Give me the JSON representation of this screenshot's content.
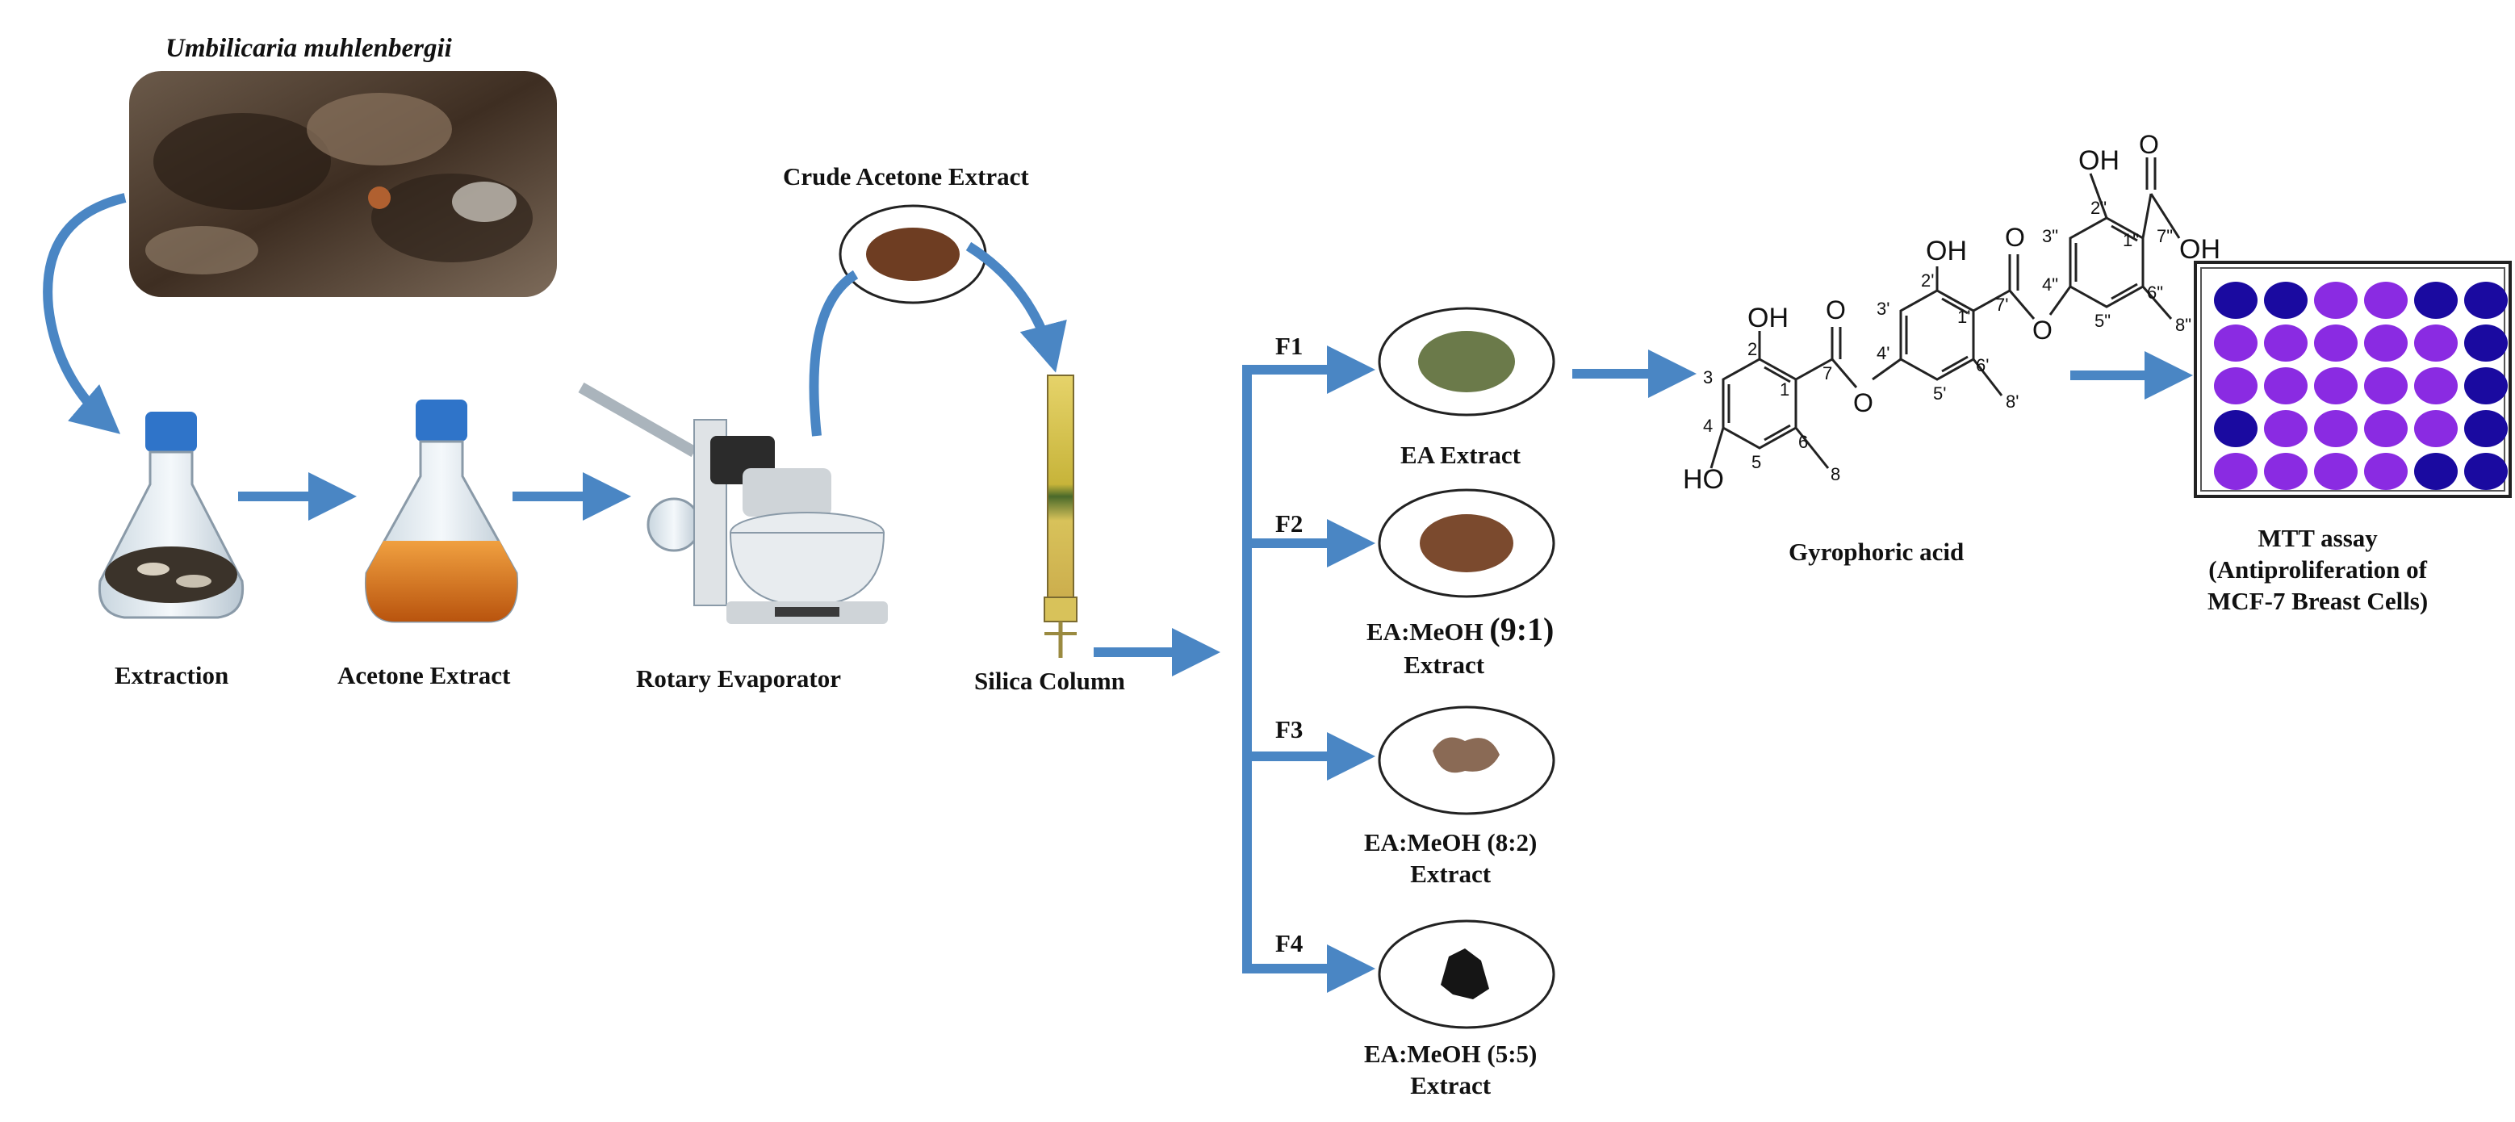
{
  "species": "Umbilicaria muhlenbergii",
  "steps": {
    "extraction": "Extraction",
    "acetone_extract": "Acetone Extract",
    "rotary_evaporator": "Rotary Evaporator",
    "crude_extract": "Crude  Acetone Extract",
    "silica_column": "Silica Column"
  },
  "fractions": [
    {
      "id": "F1",
      "line1": "EA Extract",
      "line2": ""
    },
    {
      "id": "F2",
      "line1": "EA:MeOH",
      "ratio": "(9:1)",
      "line2": "Extract"
    },
    {
      "id": "F3",
      "line1": "EA:MeOH (8:2)",
      "line2": "Extract"
    },
    {
      "id": "F4",
      "line1": "EA:MeOH (5:5)",
      "line2": "Extract"
    }
  ],
  "compound": {
    "name": "Gyrophoric  acid",
    "labels": {
      "oh_ring1_top": "OH",
      "ho_ring1": "HO",
      "oh_ring2": "OH",
      "oh_ring3": "OH",
      "oh_acid": "OH",
      "c2": "2",
      "c3": "3",
      "c4": "4",
      "c5": "5",
      "c6": "6",
      "c1": "1",
      "c7": "7",
      "c8": "8",
      "c2p": "2'",
      "c3p": "3'",
      "c4p": "4'",
      "c5p": "5'",
      "c6p": "6'",
      "c1p": "1'",
      "c7p": "7'",
      "c8p": "8'",
      "c2pp": "2\"",
      "c3pp": "3\"",
      "c4pp": "4\"",
      "c5pp": "5\"",
      "c6pp": "6\"",
      "c1pp": "1\"",
      "c7pp": "7\"",
      "c8pp": "8\"",
      "o1": "O",
      "o2": "O",
      "o_carbonyl1": "O",
      "o_carbonyl2": "O",
      "o_carbonyl3": "O"
    }
  },
  "assay": {
    "line1": "MTT assay",
    "line2": "(Antiproliferation  of",
    "line3": "MCF-7 Breast Cells)"
  },
  "colors": {
    "arrow": "#4a86c4",
    "well_violet": "#8a2be2",
    "well_blue": "#1a0aa0",
    "well_dark": "#0d0875",
    "flask_cap": "#2f74c9",
    "acetone": "#d9711a",
    "ea_extract": "#6b7a4a",
    "f2_extract": "#7b4a2e",
    "f3_extract": "#8a6a55",
    "f4_extract": "#151515",
    "crude": "#6e3d22"
  },
  "well_plate": [
    [
      "blue",
      "blue",
      "violet",
      "violet",
      "blue",
      "blue"
    ],
    [
      "violet",
      "violet",
      "violet",
      "violet",
      "violet",
      "blue"
    ],
    [
      "violet",
      "violet",
      "violet",
      "violet",
      "violet",
      "blue"
    ],
    [
      "blue",
      "violet",
      "violet",
      "violet",
      "violet",
      "blue"
    ],
    [
      "violet",
      "violet",
      "violet",
      "violet",
      "blue",
      "blue"
    ]
  ]
}
